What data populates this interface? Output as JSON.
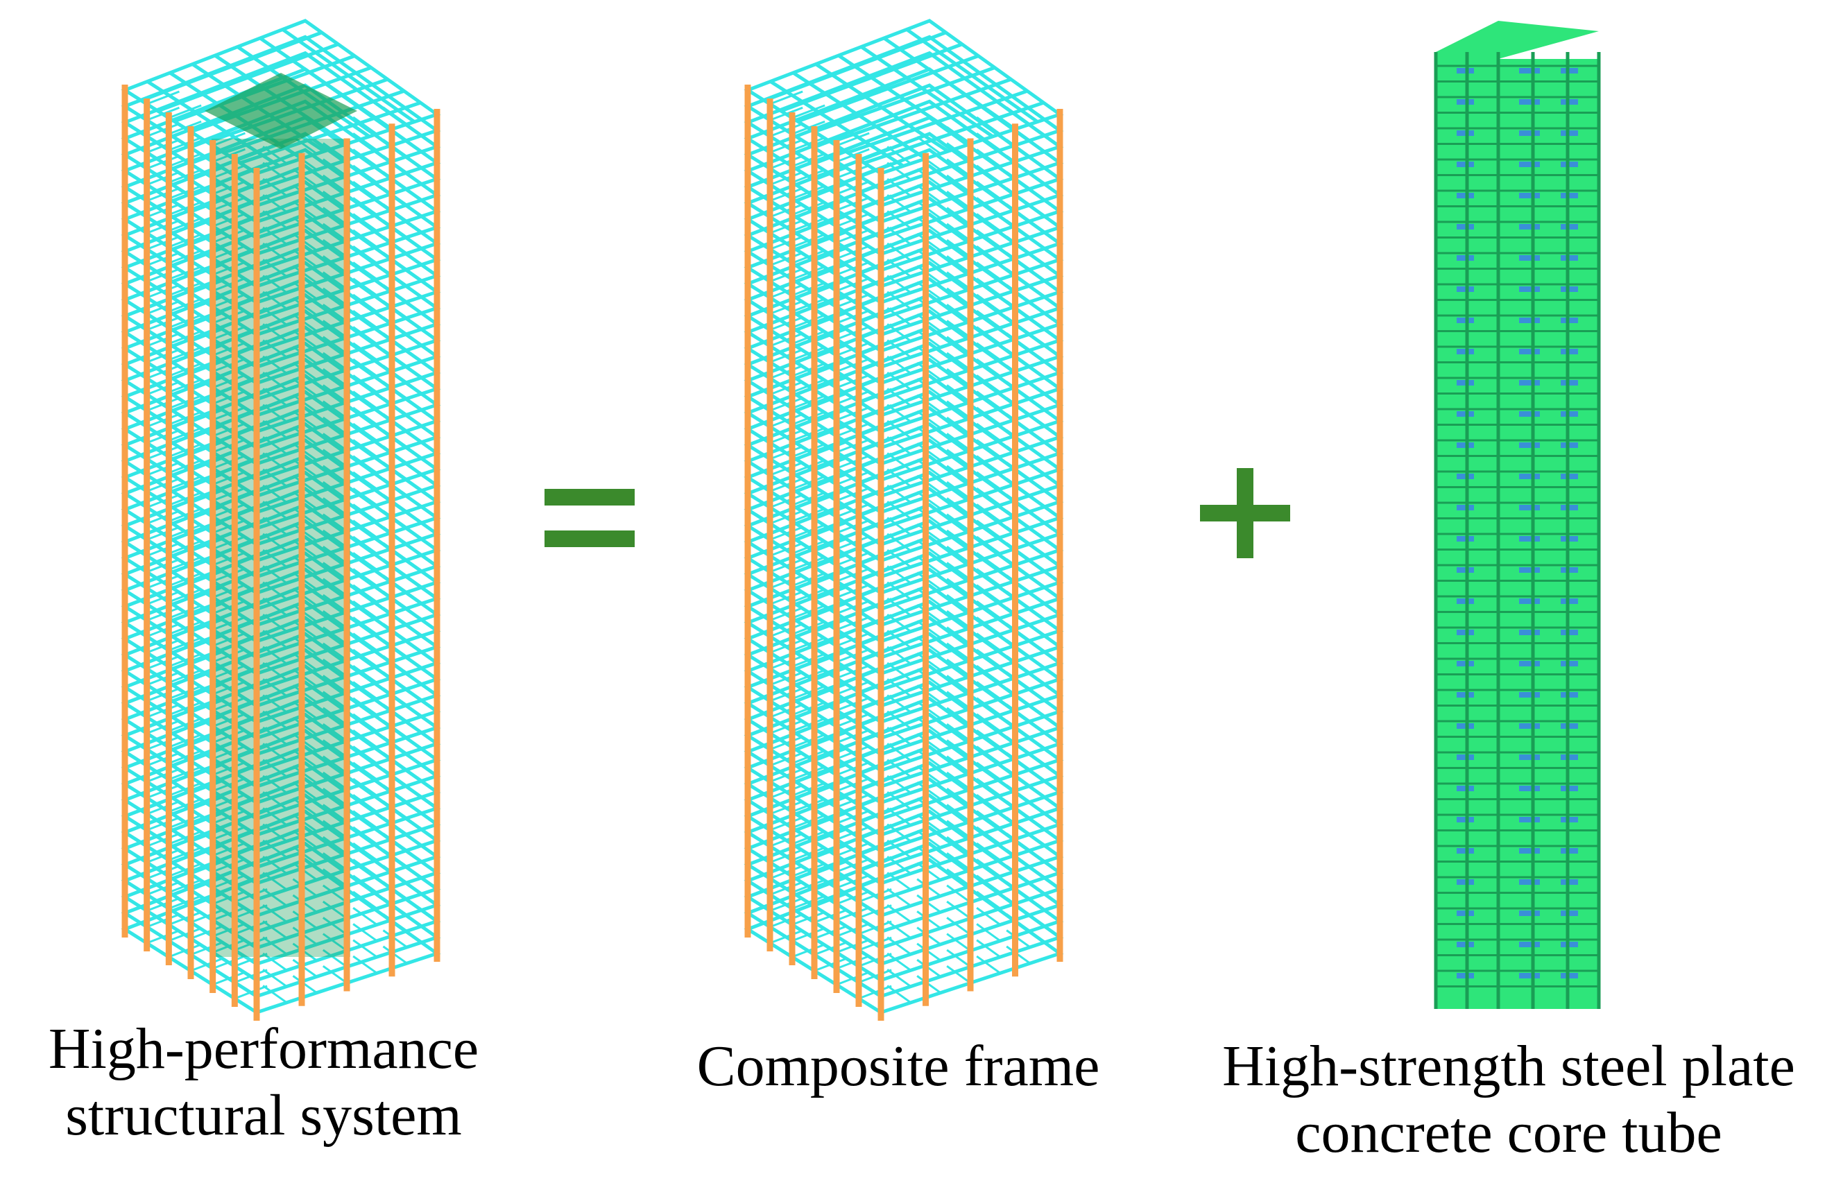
{
  "colors": {
    "beam": "#33e6e6",
    "column": "#f7a049",
    "core_wall": "#2ee57a",
    "core_dark": "#1a9e55",
    "core_inner": "#3a8fd8",
    "operator": "#3b8a2c",
    "background": "#ffffff"
  },
  "operators": {
    "equals": "=",
    "plus": "+"
  },
  "panels": [
    {
      "id": "high-performance-system",
      "icon": "tower-frame-with-core-icon",
      "caption_lines": [
        "High-performance",
        "structural system"
      ]
    },
    {
      "id": "composite-frame",
      "icon": "tower-frame-icon",
      "caption_lines": [
        "Composite frame"
      ]
    },
    {
      "id": "core-tube",
      "icon": "core-tube-icon",
      "caption_lines": [
        "High-strength steel plate",
        "concrete core tube"
      ]
    }
  ]
}
